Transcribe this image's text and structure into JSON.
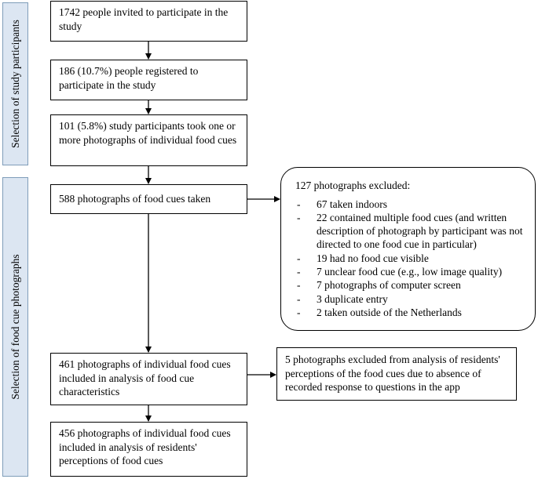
{
  "sections": {
    "participants": "Selection of study participants",
    "photographs": "Selection of food cue photographs"
  },
  "boxes": {
    "invited": "1742  people invited to participate in the study",
    "registered": "186 (10.7%)  people registered to participate in the study",
    "participants": "101 (5.8%)  study participants took one or more photographs of individual food cues",
    "taken": "588 photographs of food cues taken",
    "included_characteristics": "461 photographs of individual food cues included in analysis of food cue characteristics",
    "included_perceptions": "456 photographs of individual food cues included in analysis of residents' perceptions of food cues",
    "excluded_perceptions": "5 photographs excluded from  analysis of residents' perceptions of the food cues due to absence of recorded response to questions in the app"
  },
  "exclusions": {
    "title": "127  photographs excluded:",
    "items": [
      {
        "dash": "-",
        "text": "67  taken indoors"
      },
      {
        "dash": "-",
        "text": "22  contained multiple  food cues (and written description of photograph by participant was not directed to one food cue in particular)"
      },
      {
        "dash": "-",
        "text": "19  had no food cue visible"
      },
      {
        "dash": "-",
        "text": "7  unclear food cue (e.g., low image quality)"
      },
      {
        "dash": "-",
        "text": "7  photographs of computer screen"
      },
      {
        "dash": "-",
        "text": "3  duplicate entry"
      },
      {
        "dash": "-",
        "text": "2  taken outside of the Netherlands"
      }
    ]
  }
}
